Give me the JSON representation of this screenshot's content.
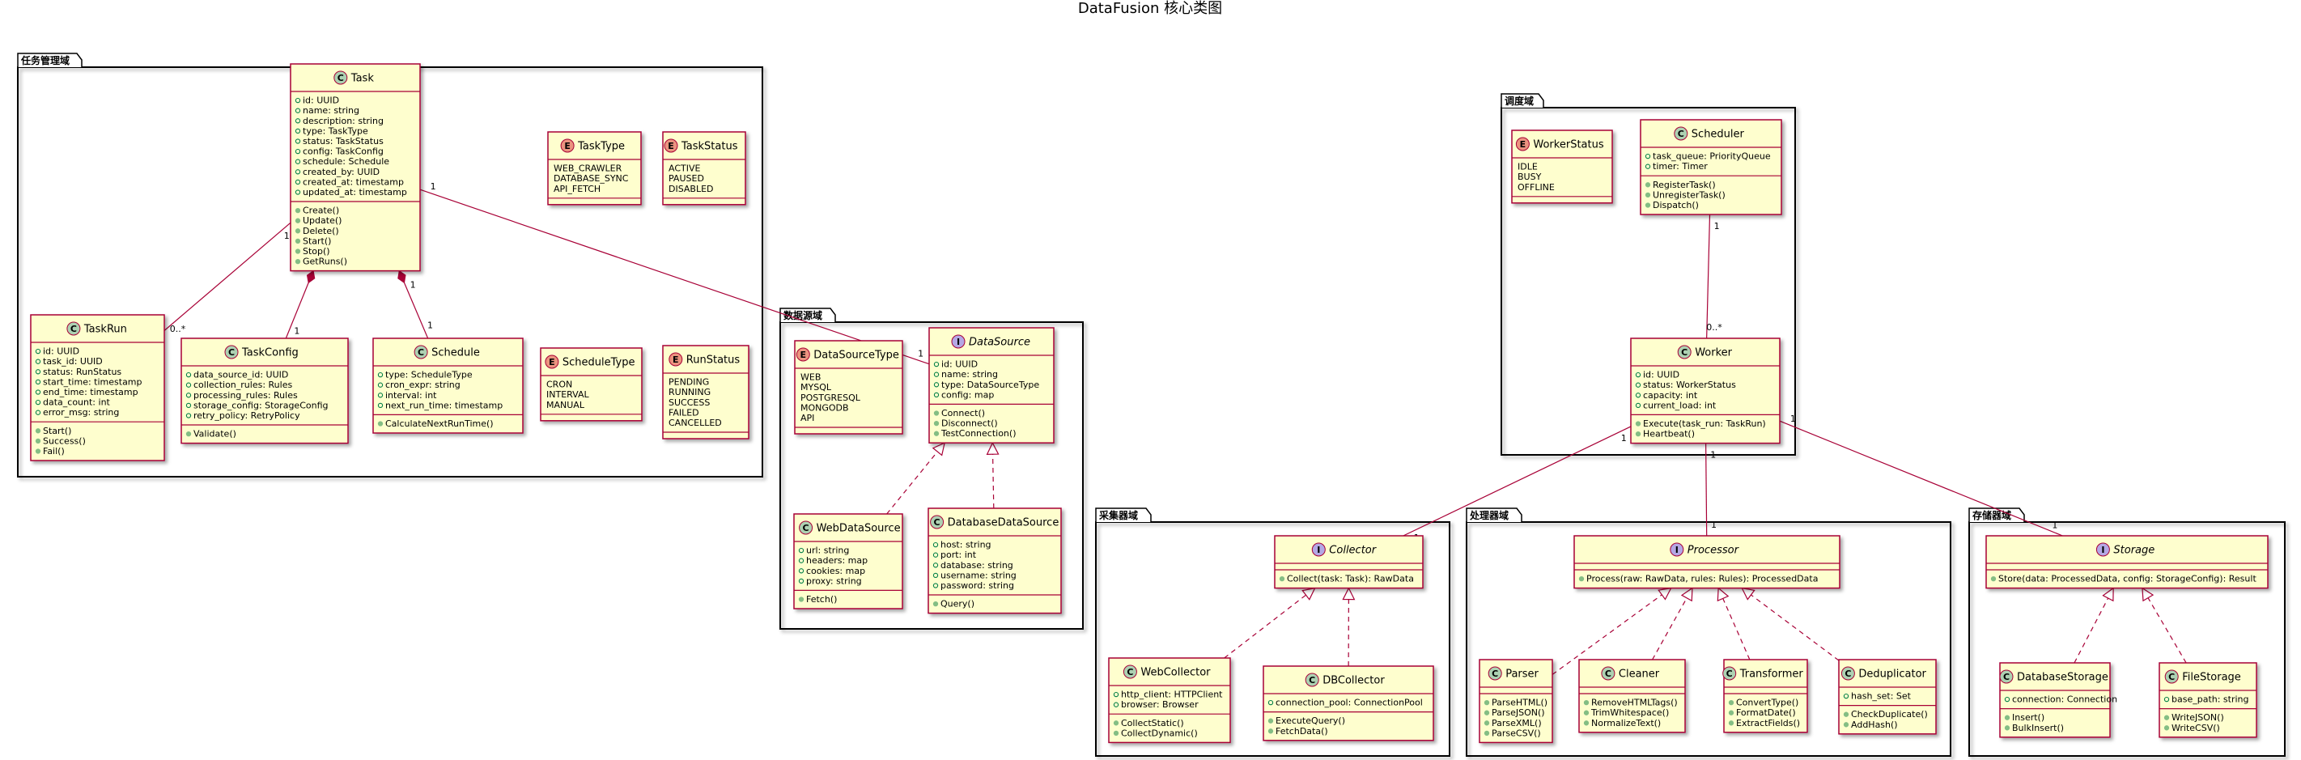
{
  "title": "DataFusion 核心类图",
  "colors": {
    "class_fill": "#FEFECE",
    "class_border": "#A80036",
    "edge": "#A80036",
    "package_border": "#000000",
    "class_badge": "#ADD1B2",
    "enum_badge": "#EB937F",
    "interface_badge": "#B4A7E5"
  },
  "packages": [
    {
      "id": "task",
      "name": "任务管理域"
    },
    {
      "id": "datasource",
      "name": "数据源域"
    },
    {
      "id": "scheduler",
      "name": "调度域"
    },
    {
      "id": "collector",
      "name": "采集器域"
    },
    {
      "id": "processor",
      "name": "处理器域"
    },
    {
      "id": "storage",
      "name": "存储器域"
    }
  ],
  "classes": [
    {
      "id": "Task",
      "name": "Task",
      "kind": "class",
      "fields": [
        "id: UUID",
        "name: string",
        "description: string",
        "type: TaskType",
        "status: TaskStatus",
        "config: TaskConfig",
        "schedule: Schedule",
        "created_by: UUID",
        "created_at: timestamp",
        "updated_at: timestamp"
      ],
      "methods": [
        "Create()",
        "Update()",
        "Delete()",
        "Start()",
        "Stop()",
        "GetRuns()"
      ]
    },
    {
      "id": "TaskType",
      "name": "TaskType",
      "kind": "enum",
      "fields": [
        "WEB_CRAWLER",
        "DATABASE_SYNC",
        "API_FETCH"
      ],
      "methods": []
    },
    {
      "id": "TaskStatus",
      "name": "TaskStatus",
      "kind": "enum",
      "fields": [
        "ACTIVE",
        "PAUSED",
        "DISABLED"
      ],
      "methods": []
    },
    {
      "id": "TaskRun",
      "name": "TaskRun",
      "kind": "class",
      "fields": [
        "id: UUID",
        "task_id: UUID",
        "status: RunStatus",
        "start_time: timestamp",
        "end_time: timestamp",
        "data_count: int",
        "error_msg: string"
      ],
      "methods": [
        "Start()",
        "Success()",
        "Fail()"
      ]
    },
    {
      "id": "TaskConfig",
      "name": "TaskConfig",
      "kind": "class",
      "fields": [
        "data_source_id: UUID",
        "collection_rules: Rules",
        "processing_rules: Rules",
        "storage_config: StorageConfig",
        "retry_policy: RetryPolicy"
      ],
      "methods": [
        "Validate()"
      ]
    },
    {
      "id": "Schedule",
      "name": "Schedule",
      "kind": "class",
      "fields": [
        "type: ScheduleType",
        "cron_expr: string",
        "interval: int",
        "next_run_time: timestamp"
      ],
      "methods": [
        "CalculateNextRunTime()"
      ]
    },
    {
      "id": "ScheduleType",
      "name": "ScheduleType",
      "kind": "enum",
      "fields": [
        "CRON",
        "INTERVAL",
        "MANUAL"
      ],
      "methods": []
    },
    {
      "id": "RunStatus",
      "name": "RunStatus",
      "kind": "enum",
      "fields": [
        "PENDING",
        "RUNNING",
        "SUCCESS",
        "FAILED",
        "CANCELLED"
      ],
      "methods": []
    },
    {
      "id": "DataSourceType",
      "name": "DataSourceType",
      "kind": "enum",
      "fields": [
        "WEB",
        "MYSQL",
        "POSTGRESQL",
        "MONGODB",
        "API"
      ],
      "methods": []
    },
    {
      "id": "DataSource",
      "name": "DataSource",
      "kind": "interface",
      "fields": [
        "id: UUID",
        "name: string",
        "type: DataSourceType",
        "config: map"
      ],
      "methods": [
        "Connect()",
        "Disconnect()",
        "TestConnection()"
      ]
    },
    {
      "id": "WebDataSource",
      "name": "WebDataSource",
      "kind": "class",
      "fields": [
        "url: string",
        "headers: map",
        "cookies: map",
        "proxy: string"
      ],
      "methods": [
        "Fetch()"
      ]
    },
    {
      "id": "DatabaseDataSource",
      "name": "DatabaseDataSource",
      "kind": "class",
      "fields": [
        "host: string",
        "port: int",
        "database: string",
        "username: string",
        "password: string"
      ],
      "methods": [
        "Query()"
      ]
    },
    {
      "id": "WorkerStatus",
      "name": "WorkerStatus",
      "kind": "enum",
      "fields": [
        "IDLE",
        "BUSY",
        "OFFLINE"
      ],
      "methods": []
    },
    {
      "id": "Scheduler",
      "name": "Scheduler",
      "kind": "class",
      "fields": [
        "task_queue: PriorityQueue",
        "timer: Timer"
      ],
      "methods": [
        "RegisterTask()",
        "UnregisterTask()",
        "Dispatch()"
      ]
    },
    {
      "id": "Worker",
      "name": "Worker",
      "kind": "class",
      "fields": [
        "id: UUID",
        "status: WorkerStatus",
        "capacity: int",
        "current_load: int"
      ],
      "methods": [
        "Execute(task_run: TaskRun)",
        "Heartbeat()"
      ]
    },
    {
      "id": "Collector",
      "name": "Collector",
      "kind": "interface",
      "fields": [],
      "methods": [
        "Collect(task: Task): RawData"
      ]
    },
    {
      "id": "WebCollector",
      "name": "WebCollector",
      "kind": "class",
      "fields": [
        "http_client: HTTPClient",
        "browser: Browser"
      ],
      "methods": [
        "CollectStatic()",
        "CollectDynamic()"
      ]
    },
    {
      "id": "DBCollector",
      "name": "DBCollector",
      "kind": "class",
      "fields": [
        "connection_pool: ConnectionPool"
      ],
      "methods": [
        "ExecuteQuery()",
        "FetchData()"
      ]
    },
    {
      "id": "Processor",
      "name": "Processor",
      "kind": "interface",
      "fields": [],
      "methods": [
        "Process(raw: RawData, rules: Rules): ProcessedData"
      ]
    },
    {
      "id": "Parser",
      "name": "Parser",
      "kind": "class",
      "fields": [],
      "methods": [
        "ParseHTML()",
        "ParseJSON()",
        "ParseXML()",
        "ParseCSV()"
      ]
    },
    {
      "id": "Cleaner",
      "name": "Cleaner",
      "kind": "class",
      "fields": [],
      "methods": [
        "RemoveHTMLTags()",
        "TrimWhitespace()",
        "NormalizeText()"
      ]
    },
    {
      "id": "Transformer",
      "name": "Transformer",
      "kind": "class",
      "fields": [],
      "methods": [
        "ConvertType()",
        "FormatDate()",
        "ExtractFields()"
      ]
    },
    {
      "id": "Deduplicator",
      "name": "Deduplicator",
      "kind": "class",
      "fields": [
        "hash_set: Set"
      ],
      "methods": [
        "CheckDuplicate()",
        "AddHash()"
      ]
    },
    {
      "id": "Storage",
      "name": "Storage",
      "kind": "interface",
      "fields": [],
      "methods": [
        "Store(data: ProcessedData, config: StorageConfig): Result"
      ]
    },
    {
      "id": "DatabaseStorage",
      "name": "DatabaseStorage",
      "kind": "class",
      "fields": [
        "connection: Connection"
      ],
      "methods": [
        "Insert()",
        "BulkInsert()"
      ]
    },
    {
      "id": "FileStorage",
      "name": "FileStorage",
      "kind": "class",
      "fields": [
        "base_path: string"
      ],
      "methods": [
        "WriteJSON()",
        "WriteCSV()"
      ]
    }
  ],
  "relations": [
    {
      "from": "Task",
      "to": "TaskRun",
      "type": "association",
      "from_mult": "1",
      "to_mult": "0..*"
    },
    {
      "from": "Task",
      "to": "TaskConfig",
      "type": "composition",
      "from_mult": "",
      "to_mult": "1"
    },
    {
      "from": "Task",
      "to": "Schedule",
      "type": "composition",
      "from_mult": "1",
      "to_mult": "1"
    },
    {
      "from": "Task",
      "to": "DataSource",
      "type": "association",
      "from_mult": "1",
      "to_mult": "1"
    },
    {
      "from": "WebDataSource",
      "to": "DataSource",
      "type": "realization",
      "from_mult": "",
      "to_mult": ""
    },
    {
      "from": "DatabaseDataSource",
      "to": "DataSource",
      "type": "realization",
      "from_mult": "",
      "to_mult": ""
    },
    {
      "from": "Scheduler",
      "to": "Worker",
      "type": "association",
      "from_mult": "1",
      "to_mult": "0..*"
    },
    {
      "from": "Worker",
      "to": "Collector",
      "type": "association",
      "from_mult": "1",
      "to_mult": "1"
    },
    {
      "from": "Worker",
      "to": "Processor",
      "type": "association",
      "from_mult": "1",
      "to_mult": "1"
    },
    {
      "from": "Worker",
      "to": "Storage",
      "type": "association",
      "from_mult": "1",
      "to_mult": "1"
    },
    {
      "from": "WebCollector",
      "to": "Collector",
      "type": "realization",
      "from_mult": "",
      "to_mult": ""
    },
    {
      "from": "DBCollector",
      "to": "Collector",
      "type": "realization",
      "from_mult": "",
      "to_mult": ""
    },
    {
      "from": "Parser",
      "to": "Processor",
      "type": "realization",
      "from_mult": "",
      "to_mult": ""
    },
    {
      "from": "Cleaner",
      "to": "Processor",
      "type": "realization",
      "from_mult": "",
      "to_mult": ""
    },
    {
      "from": "Transformer",
      "to": "Processor",
      "type": "realization",
      "from_mult": "",
      "to_mult": ""
    },
    {
      "from": "Deduplicator",
      "to": "Processor",
      "type": "realization",
      "from_mult": "",
      "to_mult": ""
    },
    {
      "from": "DatabaseStorage",
      "to": "Storage",
      "type": "realization",
      "from_mult": "",
      "to_mult": ""
    },
    {
      "from": "FileStorage",
      "to": "Storage",
      "type": "realization",
      "from_mult": "",
      "to_mult": ""
    }
  ]
}
